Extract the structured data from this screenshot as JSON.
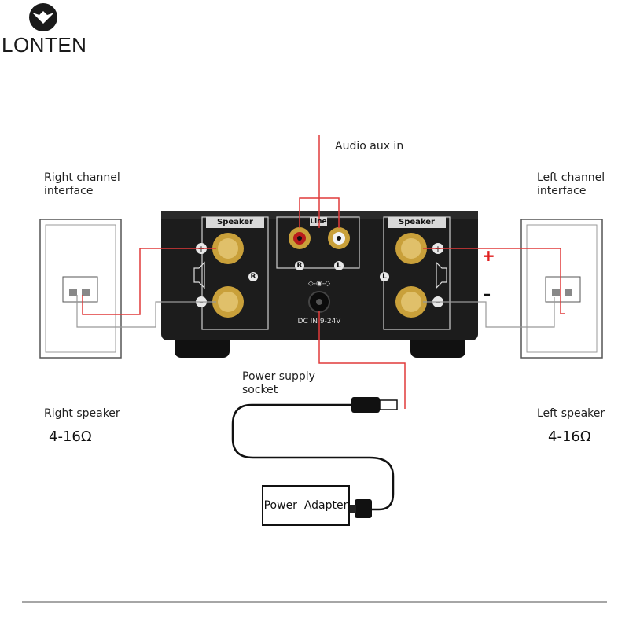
{
  "brand": {
    "name": "LONTEN"
  },
  "labels": {
    "audio_aux_in": "Audio aux in",
    "right_channel_line1": "Right channel",
    "right_channel_line2": "interface",
    "left_channel_line1": "Left channel",
    "left_channel_line2": "interface",
    "power_supply_line1": "Power supply",
    "power_supply_line2": "socket",
    "right_speaker": "Right speaker",
    "left_speaker": "Left speaker",
    "right_impedance": "4-16Ω",
    "left_impedance": "4-16Ω",
    "power_adapter": "Power  Adapter"
  },
  "amplifier": {
    "speaker_label_left": "Speaker",
    "speaker_label_right": "Speaker",
    "line_label": "Line",
    "r_mark": "R",
    "l_mark": "L",
    "rca_r": "R",
    "rca_l": "L",
    "dc_in": "DC IN 9-24V"
  },
  "polarity": {
    "plus": "+",
    "minus": "–"
  },
  "colors": {
    "wire": "#e03a3a",
    "gold": "#c9a03a",
    "panel": "#1c1c1c",
    "plus_red": "#e02020"
  }
}
